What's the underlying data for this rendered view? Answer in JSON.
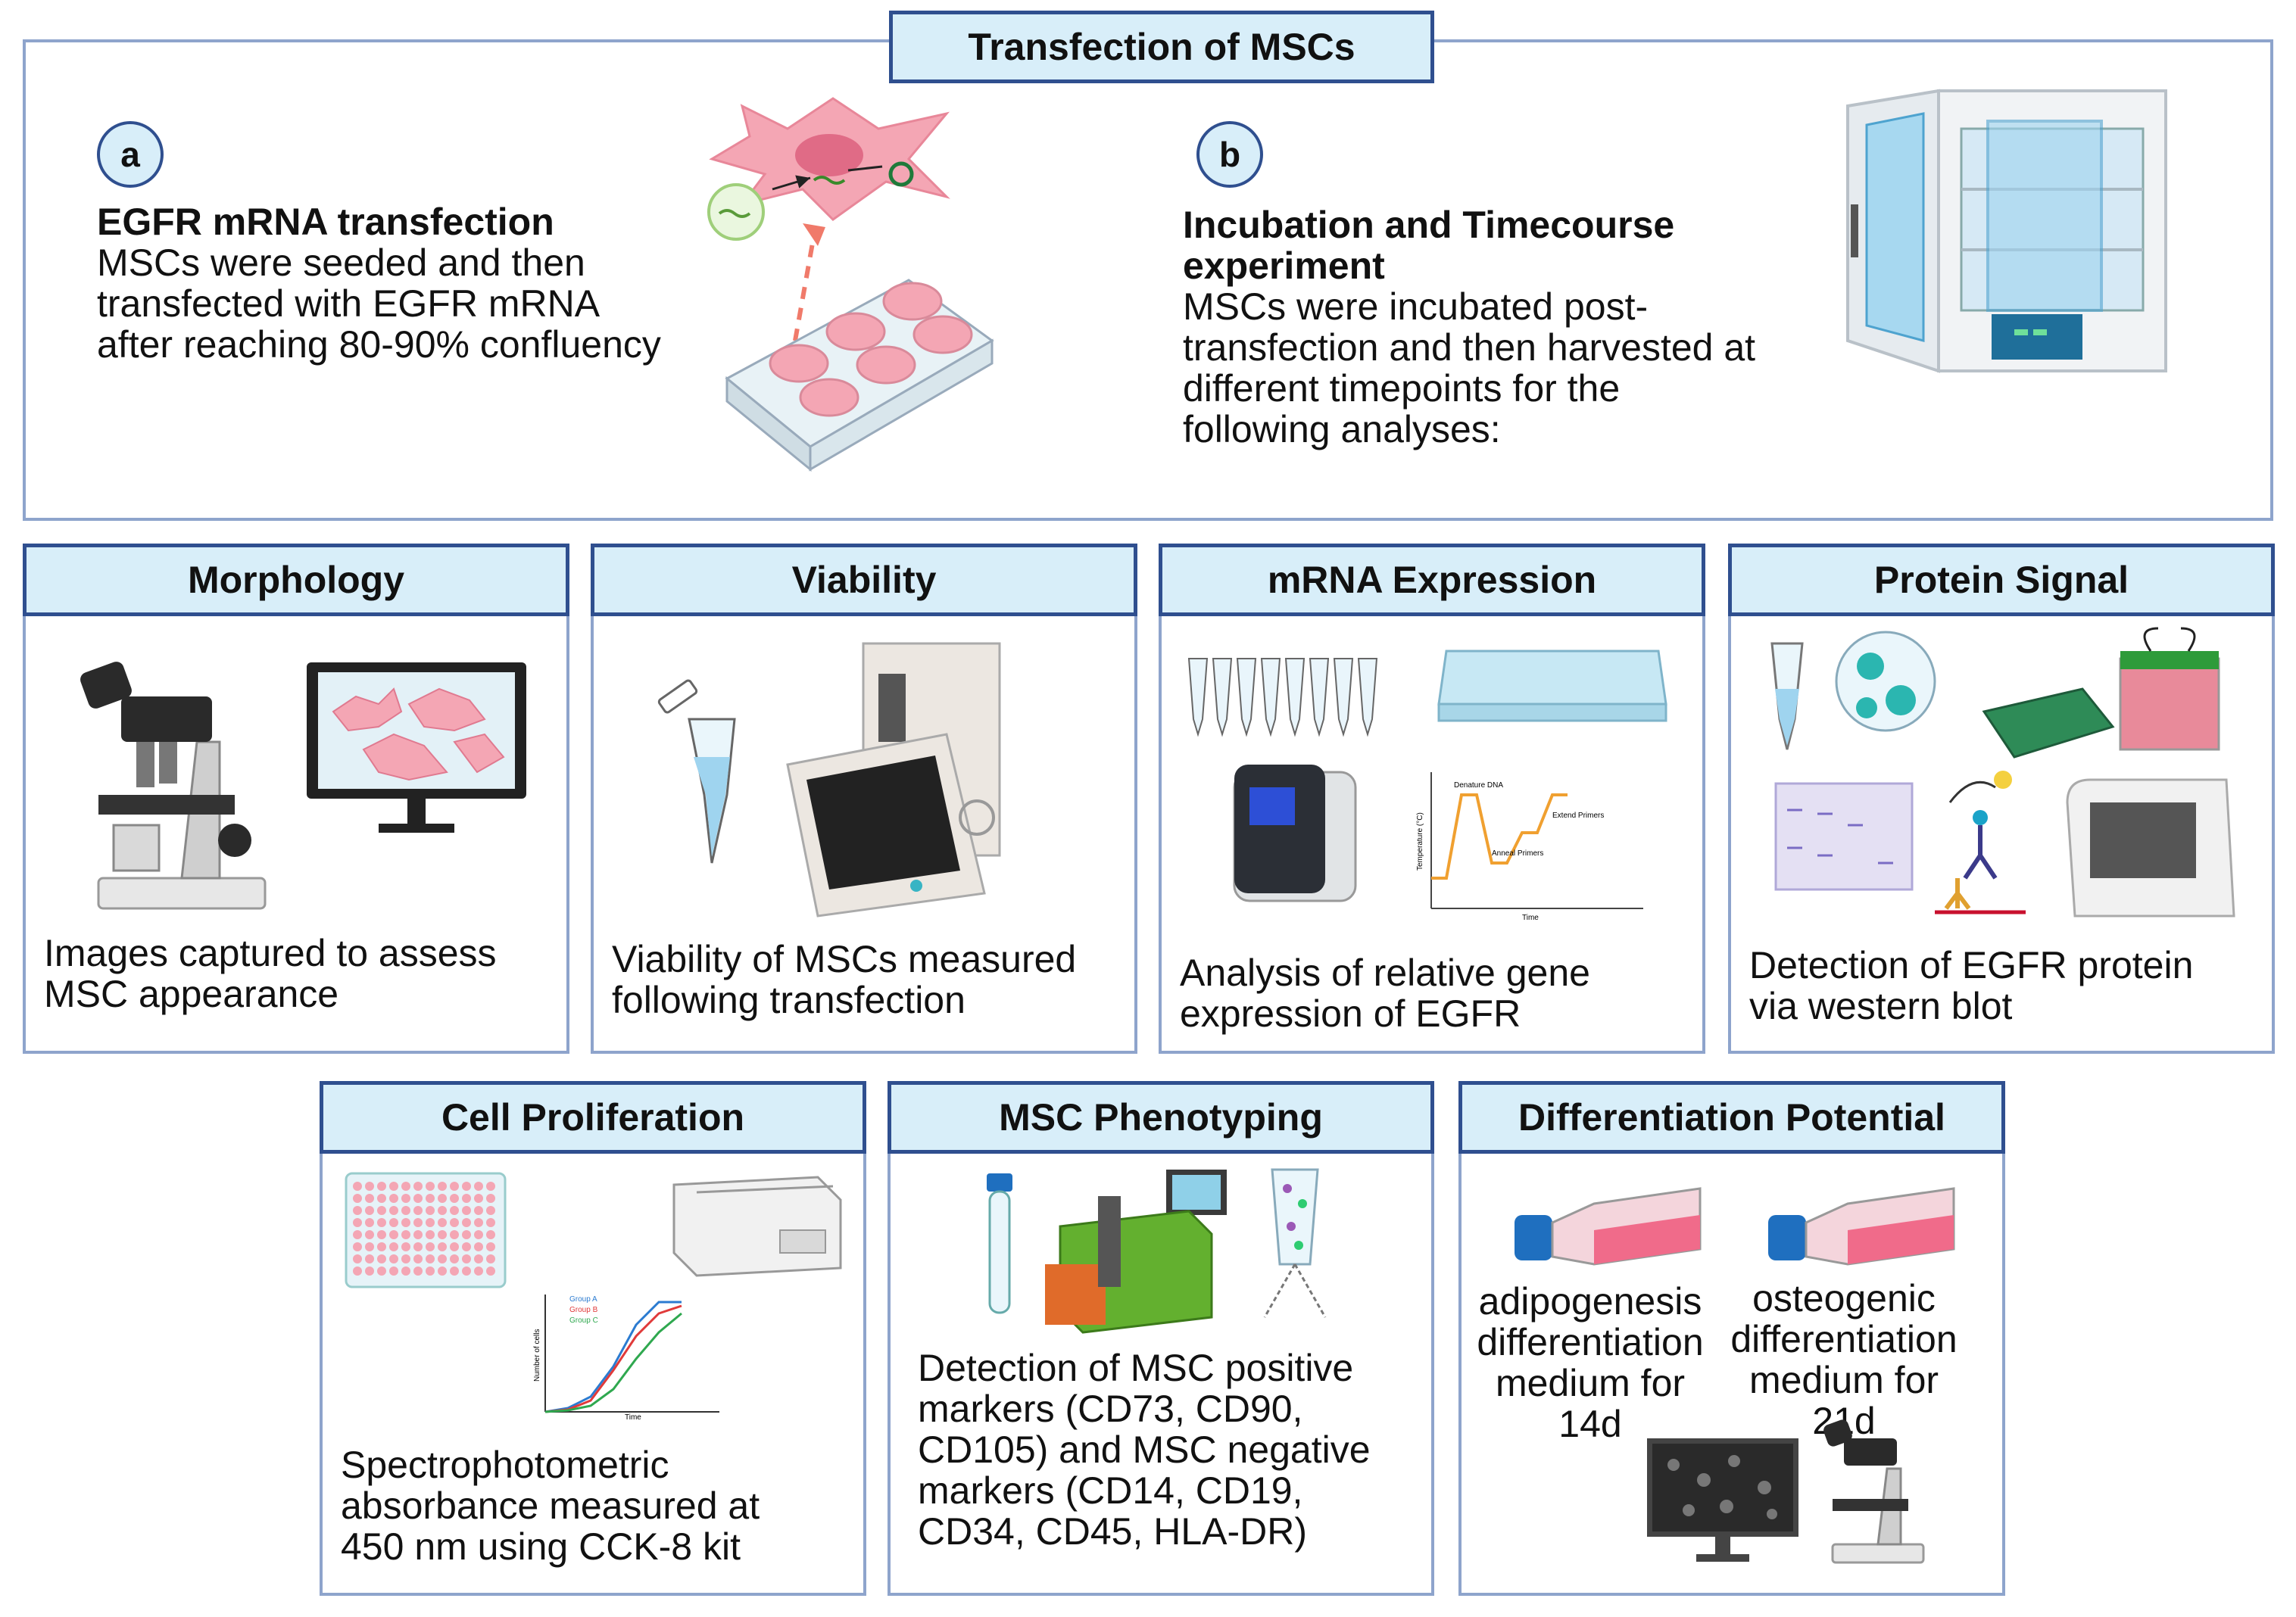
{
  "top": {
    "title": "Transfection of MSCs",
    "a": {
      "badge": "a",
      "heading": "EGFR mRNA transfection",
      "body": "MSCs were seeded and then\ntransfected with EGFR mRNA\nafter reaching 80-90% confluency"
    },
    "b": {
      "badge": "b",
      "heading": "Incubation and Timecourse\nexperiment",
      "body": "MSCs were incubated post-\ntransfection and then harvested at\ndifferent timepoints for the\nfollowing analyses:"
    }
  },
  "panels": {
    "morphology": {
      "title": "Morphology",
      "text": "Images captured to assess\nMSC appearance"
    },
    "viability": {
      "title": "Viability",
      "text": "Viability of MSCs measured\nfollowing transfection"
    },
    "mrna": {
      "title": "mRNA Expression",
      "text": "Analysis of relative gene\nexpression of EGFR",
      "pcr_labels": {
        "denature": "Denature DNA",
        "extend": "Extend Primers",
        "anneal": "Anneal Primers",
        "ylabel": "Temperature (°C)",
        "xlabel": "Time"
      }
    },
    "protein": {
      "title": "Protein Signal",
      "text": "Detection of EGFR protein\nvia western blot"
    },
    "proliferation": {
      "title": "Cell Proliferation",
      "text": "Spectrophotometric\nabsorbance measured at\n450 nm using CCK-8 kit",
      "chart_labels": {
        "ylabel": "Number of cells",
        "xlabel": "Time",
        "legend": [
          "Group A",
          "Group B",
          "Group C"
        ]
      }
    },
    "phenotyping": {
      "title": "MSC Phenotyping",
      "text": "Detection of MSC positive\nmarkers (CD73, CD90,\nCD105) and MSC negative\nmarkers (CD14, CD19,\nCD34, CD45, HLA-DR)"
    },
    "differentiation": {
      "title": "Differentiation Potential",
      "adipo": "adipogenesis\ndifferentiation\nmedium for\n14d",
      "osteo": "osteogenic\ndifferentiation\nmedium for 21d"
    }
  },
  "colors": {
    "border": "#8ea4cc",
    "header_fill": "#d8eef9",
    "header_border": "#2f4f8f",
    "cell_pink": "#f4a6b4",
    "group_a": "#2b7bd0",
    "group_b": "#e03a3a",
    "group_c": "#2fa84f"
  }
}
